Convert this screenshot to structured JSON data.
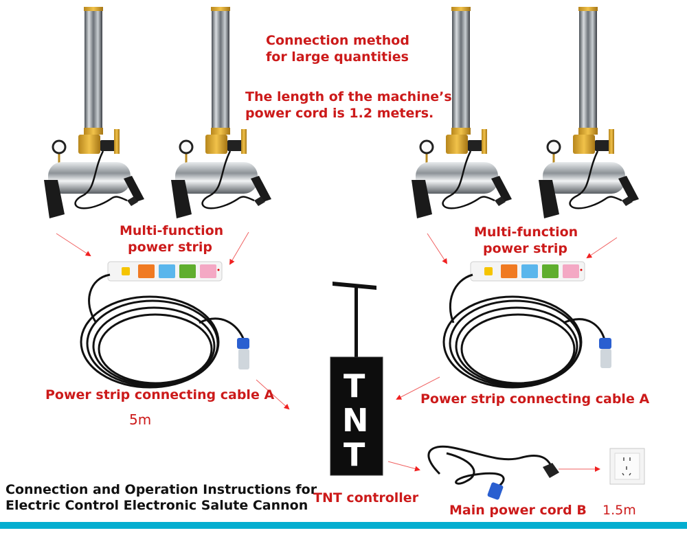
{
  "heading": {
    "line1": "Connection method",
    "line2": "for large quantities"
  },
  "note": {
    "line1": "The length of the machine’s",
    "line2": "power cord is 1.2 meters."
  },
  "power_strip_left": {
    "line1": "Multi-function",
    "line2": "power strip"
  },
  "power_strip_right": {
    "line1": "Multi-function",
    "line2": "power strip"
  },
  "cable_a_left": {
    "label": "Power strip connecting cable A",
    "length": "5m"
  },
  "cable_a_right": {
    "label": "Power strip connecting cable A"
  },
  "controller": {
    "label": "TNT controller",
    "letters": [
      "T",
      "N",
      "T"
    ]
  },
  "main_cord": {
    "label": "Main power cord B",
    "length": "1.5m"
  },
  "caption": {
    "line1": "Connection and Operation Instructions for",
    "line2": "Electric Control Electronic Salute Cannon"
  },
  "colors": {
    "label_red": "#cc1a1a",
    "arrow_red": "#f04040",
    "accent_bar": "#04aed0",
    "socket_colors": [
      "#f5c400",
      "#f07a22",
      "#5ab6ec",
      "#5fae2e",
      "#f4a8c4"
    ]
  }
}
